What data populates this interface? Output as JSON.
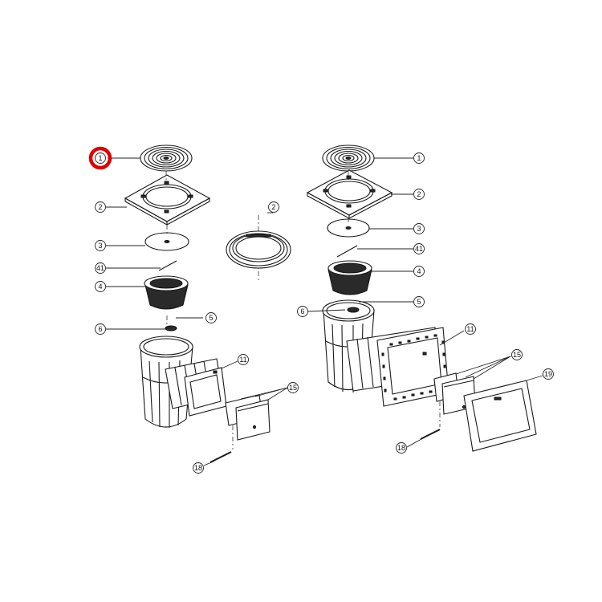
{
  "diagram": {
    "highlight_color": "#e00000",
    "line_color": "#1a1a1a",
    "left_assembly": {
      "callouts": [
        "1",
        "2",
        "3",
        "41",
        "4",
        "5",
        "6",
        "11",
        "15",
        "18"
      ]
    },
    "center_part": {
      "callouts": [
        "2"
      ]
    },
    "right_assembly": {
      "callouts": [
        "1",
        "2",
        "3",
        "41",
        "4",
        "5",
        "6",
        "11",
        "15",
        "18",
        "19"
      ]
    },
    "highlighted_callout": "1"
  }
}
